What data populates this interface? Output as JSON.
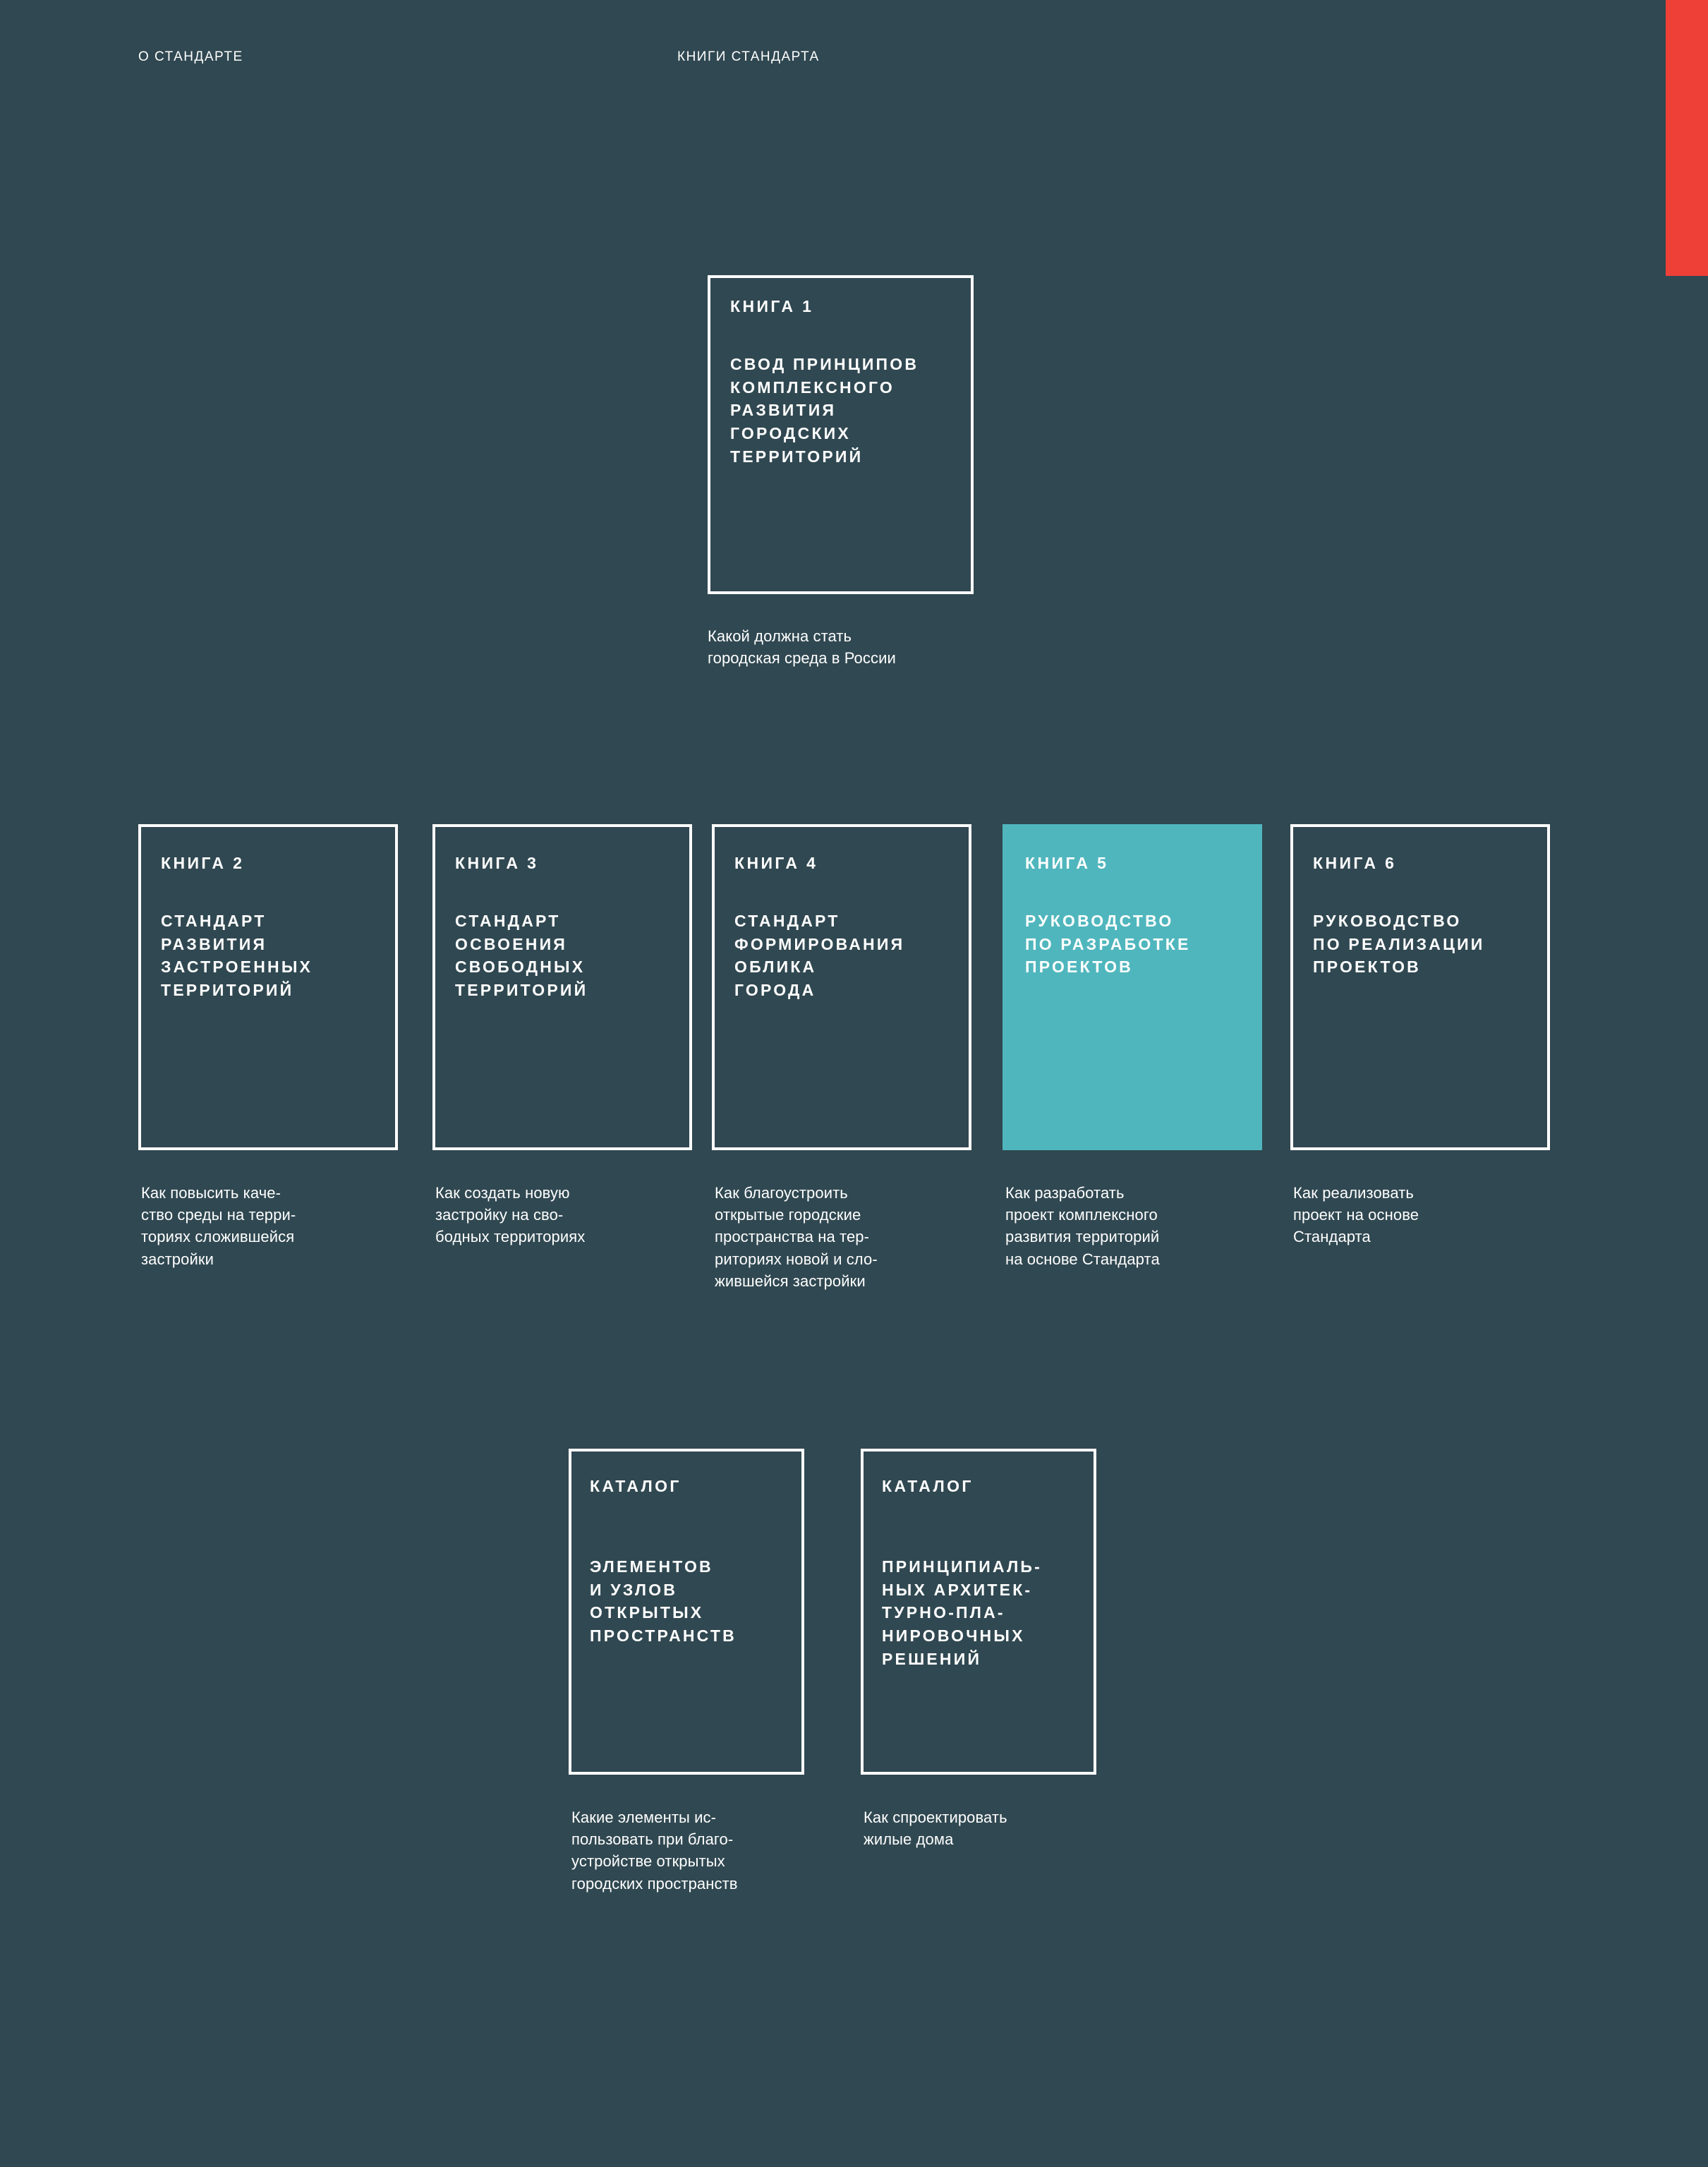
{
  "theme": {
    "background": "#304851",
    "text": "#ffffff",
    "accent_teal": "#50b6bd",
    "accent_red": "#ef4038"
  },
  "header": {
    "nav": [
      {
        "label": "О СТАНДАРТЕ"
      },
      {
        "label": "КНИГИ СТАНДАРТА"
      }
    ]
  },
  "hero": {
    "book": {
      "kicker": "КНИГА 1",
      "title": "СВОД ПРИНЦИПОВ\nКОМПЛЕКСНОГО\nРАЗВИТИЯ\nГОРОДСКИХ\nТЕРРИТОРИЙ",
      "caption": "Какой должна стать\nгородская среда в России",
      "highlighted": "false"
    }
  },
  "books": [
    {
      "kicker": "КНИГА 2",
      "title": "СТАНДАРТ\nРАЗВИТИЯ\nЗАСТРОЕННЫХ\nТЕРРИТОРИЙ",
      "caption": "Как повысить каче-\nство среды на терри-\nториях сложившейся\nзастройки",
      "highlighted": "false"
    },
    {
      "kicker": "КНИГА 3",
      "title": "СТАНДАРТ\nОСВОЕНИЯ\nСВОБОДНЫХ\nТЕРРИТОРИЙ",
      "caption": "Как создать новую\nзастройку на сво-\nбодных территориях",
      "highlighted": "false"
    },
    {
      "kicker": "КНИГА 4",
      "title": "СТАНДАРТ\nФОРМИРОВАНИЯ\nОБЛИКА\nГОРОДА",
      "caption": "Как благоустроить\nоткрытые городские\nпространства на тер-\nриториях новой и сло-\nжившейся застройки",
      "highlighted": "false"
    },
    {
      "kicker": "КНИГА 5",
      "title": "РУКОВОДСТВО\nПО РАЗРАБОТКЕ\nПРОЕКТОВ",
      "caption": "Как разработать\nпроект комплексного\nразвития территорий\nна основе Стандарта",
      "highlighted": "true"
    },
    {
      "kicker": "КНИГА 6",
      "title": "РУКОВОДСТВО\nПО РЕАЛИЗАЦИИ\nПРОЕКТОВ",
      "caption": "Как реализовать\nпроект на основе\nСтандарта",
      "highlighted": "false"
    }
  ],
  "catalogs": [
    {
      "kicker": "КАТАЛОГ",
      "title": "ЭЛЕМЕНТОВ\nИ УЗЛОВ\nОТКРЫТЫХ\nПРОСТРАНСТВ",
      "caption": "Какие элементы ис-\nпользовать при благо-\nустройстве открытых\nгородских пространств",
      "highlighted": "false"
    },
    {
      "kicker": "КАТАЛОГ",
      "title": "ПРИНЦИПИАЛЬ-\nНЫХ АРХИТЕК-\nТУРНО-ПЛА-\nНИРОВОЧНЫХ\nРЕШЕНИЙ",
      "caption": "Как спроектировать\nжилые дома",
      "highlighted": "false"
    }
  ]
}
